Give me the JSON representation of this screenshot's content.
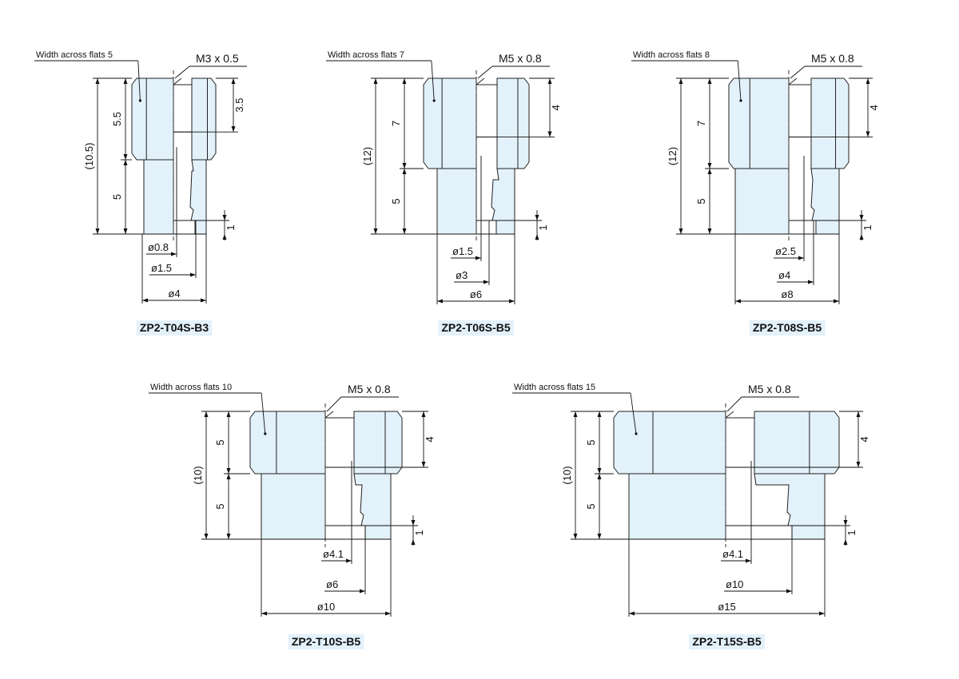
{
  "parts": [
    {
      "id": "t04",
      "model": "ZP2-T04S-B3",
      "flats_label": "Width across flats 5",
      "thread": "M3 x 0.5",
      "dims": {
        "total": "(10.5)",
        "hex": "5.5",
        "body": "5",
        "thread_depth": "3.5",
        "tip": "1",
        "d1": "ø0.8",
        "d2": "ø1.5",
        "d3": "ø4"
      }
    },
    {
      "id": "t06",
      "model": "ZP2-T06S-B5",
      "flats_label": "Width across flats 7",
      "thread": "M5 x 0.8",
      "dims": {
        "total": "(12)",
        "hex": "7",
        "body": "5",
        "thread_depth": "4",
        "tip": "1",
        "d1": "ø1.5",
        "d2": "ø3",
        "d3": "ø6"
      }
    },
    {
      "id": "t08",
      "model": "ZP2-T08S-B5",
      "flats_label": "Width across flats 8",
      "thread": "M5 x 0.8",
      "dims": {
        "total": "(12)",
        "hex": "7",
        "body": "5",
        "thread_depth": "4",
        "tip": "1",
        "d1": "ø2.5",
        "d2": "ø4",
        "d3": "ø8"
      }
    },
    {
      "id": "t10",
      "model": "ZP2-T10S-B5",
      "flats_label": "Width across flats 10",
      "thread": "M5 x 0.8",
      "dims": {
        "total": "(10)",
        "hex": "5",
        "body": "5",
        "thread_depth": "4",
        "tip": "1",
        "d1": "ø4.1",
        "d2": "ø6",
        "d3": "ø10"
      }
    },
    {
      "id": "t15",
      "model": "ZP2-T15S-B5",
      "flats_label": "Width across flats 15",
      "thread": "M5 x 0.8",
      "dims": {
        "total": "(10)",
        "hex": "5",
        "body": "5",
        "thread_depth": "4",
        "tip": "1",
        "d1": "ø4.1",
        "d2": "ø10",
        "d3": "ø15"
      }
    }
  ]
}
